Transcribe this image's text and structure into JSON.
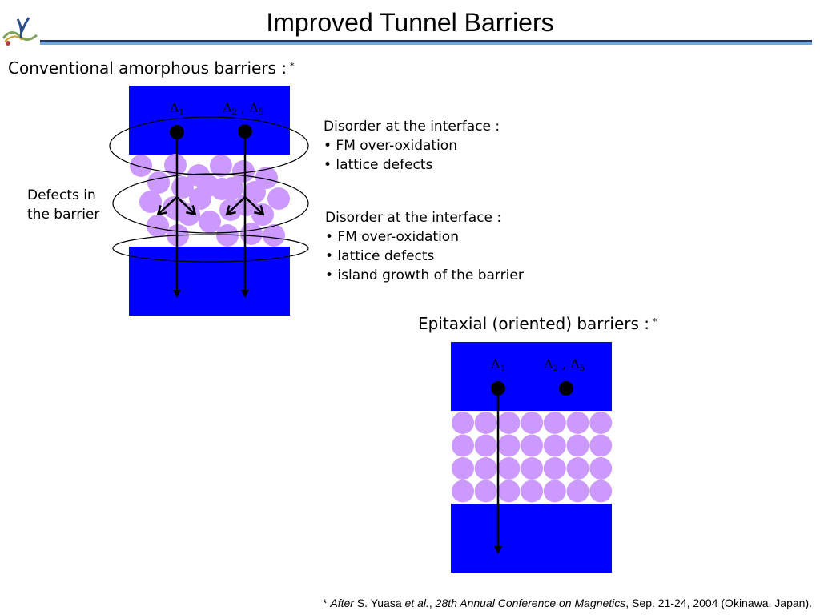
{
  "title": "Improved Tunnel Barriers",
  "logo": {
    "icon": "university-logo-icon"
  },
  "conventional": {
    "heading": "Conventional amorphous barriers :",
    "asterisk": "*",
    "labels": {
      "delta1": "Δ1",
      "delta25": "Δ2 , Δ5"
    },
    "defects_label_line1": "Defects in",
    "defects_label_line2": "the barrier",
    "note_upper": {
      "title": "Disorder at the interface :",
      "items": [
        "• FM over-oxidation",
        "• lattice defects"
      ]
    },
    "note_lower": {
      "title": "Disorder at the interface :",
      "items": [
        "• FM over-oxidation",
        "• lattice defects",
        "• island growth of the barrier"
      ]
    }
  },
  "epitaxial": {
    "heading": "Epitaxial (oriented) barriers :",
    "asterisk": "*",
    "labels": {
      "delta1": "Δ1",
      "delta25": "Δ2 , Δ5"
    }
  },
  "footnote": {
    "star": "*",
    "after": "After",
    "author": " S. Yuasa ",
    "etal": "et al.",
    "sep1": ", ",
    "conference": "28th Annual Conference on Magnetics",
    "rest": ", Sep. 21-24, 2004 (Okinawa, Japan)."
  },
  "colors": {
    "electrode": "#0000ff",
    "barrier_atom": "#cc99ff",
    "rule_dark": "#1f3864",
    "rule_light": "#6fa8dc"
  }
}
